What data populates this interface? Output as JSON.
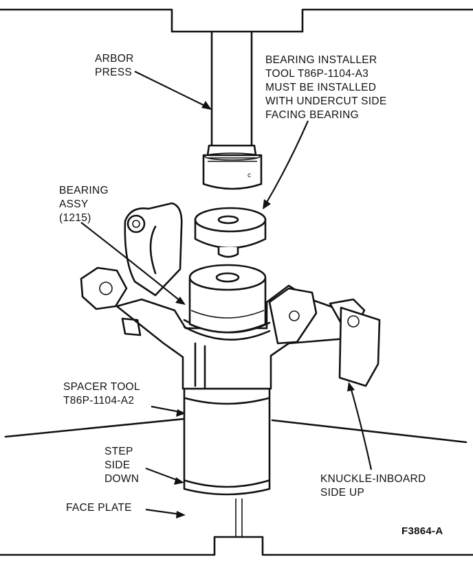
{
  "labels": {
    "arbor_press": "ARBOR\nPRESS",
    "bearing_installer": "BEARING INSTALLER\nTOOL T86P-1104-A3\nMUST BE INSTALLED\nWITH UNDERCUT SIDE\nFACING BEARING",
    "bearing_assy": "BEARING\nASSY\n(1215)",
    "spacer_tool": "SPACER TOOL\nT86P-1104-A2",
    "step_side_down": "STEP\nSIDE\nDOWN",
    "knuckle_inboard": "KNUCKLE-INBOARD\nSIDE UP",
    "face_plate": "FACE PLATE",
    "figure_id": "F3864-A"
  }
}
